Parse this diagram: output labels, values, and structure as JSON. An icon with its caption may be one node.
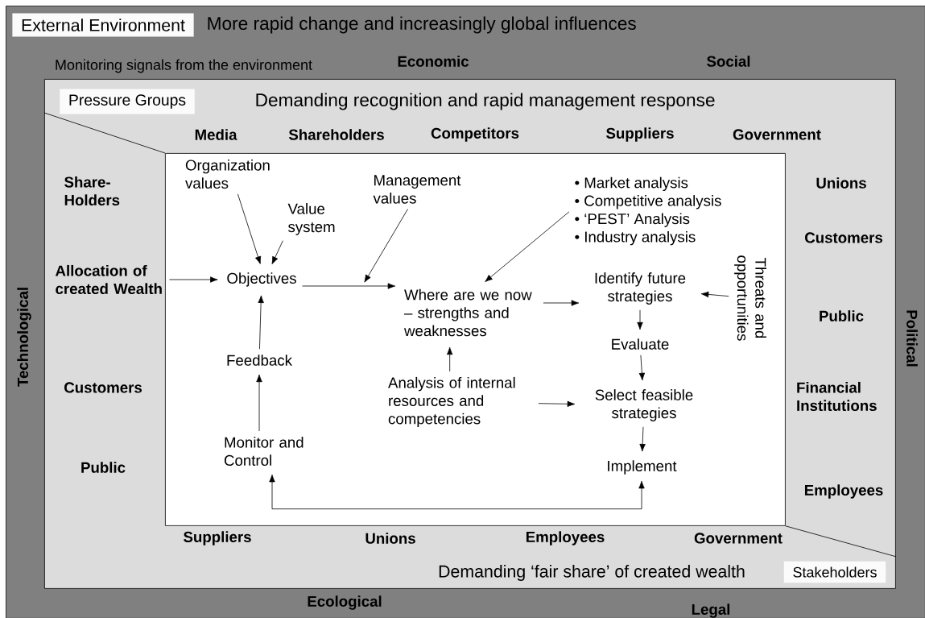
{
  "diagram": {
    "nodes": [
      {
        "text": [
          "External Environment",
          "More rapid change and increasingly global influences"
        ]
      },
      {
        "text": [
          "Pressure Groups",
          "Demanding recognition and rapid management response",
          "Demanding ‘fair share’ of created wealth",
          "Stakeholders"
        ],
        "in": 0
      },
      {
        "text": [],
        "shape": "box",
        "in": 1
      },
      {
        "text": [
          "Organization values"
        ],
        "in": 2
      },
      {
        "text": [
          "Value system"
        ],
        "in": 2
      },
      {
        "text": [
          "Management values"
        ],
        "in": 2
      },
      {
        "text": [
          "• Market analysis",
          "• Competitive analysis",
          "• ‘PEST’ Analysis",
          "• Industry analysis"
        ],
        "in": 2
      },
      {
        "text": [
          "Allocation of created Wealth"
        ],
        "in": 1
      },
      {
        "text": [
          "Objectives"
        ],
        "in": 2
      },
      {
        "text": [
          "Where are we now – strengths and weaknesses"
        ],
        "in": 2
      },
      {
        "text": [
          "Identify future strategies"
        ],
        "in": 2
      },
      {
        "text": [
          "Threats and opportunities"
        ],
        "in": 2
      },
      {
        "text": [
          "Evaluate"
        ],
        "in": 2
      },
      {
        "text": [
          "Feedback"
        ],
        "in": 2
      },
      {
        "text": [
          "Analysis of internal resources and competencies"
        ],
        "in": 2
      },
      {
        "text": [
          "Select feasible strategies"
        ],
        "in": 2
      },
      {
        "text": [
          "Monitor and Control"
        ],
        "in": 2
      },
      {
        "text": [
          "Implement"
        ],
        "in": 2
      }
    ],
    "edges": [
      {
        "from": 3,
        "to": 8,
        "arrow": "to"
      },
      {
        "from": 4,
        "to": 8,
        "arrow": "to"
      },
      {
        "from": 5,
        "to": null,
        "arrow": "to"
      },
      {
        "from": 6,
        "to": 9,
        "arrow": "to"
      },
      {
        "from": 7,
        "to": 8,
        "arrow": "to"
      },
      {
        "from": 8,
        "to": 9,
        "arrow": "to"
      },
      {
        "from": 9,
        "to": 10,
        "arrow": "to"
      },
      {
        "from": 11,
        "to": 10,
        "arrow": "to"
      },
      {
        "from": 10,
        "to": 12,
        "arrow": "to"
      },
      {
        "from": 12,
        "to": 15,
        "arrow": "to"
      },
      {
        "from": 14,
        "to": 9,
        "arrow": "to"
      },
      {
        "from": 14,
        "to": 15,
        "arrow": "to"
      },
      {
        "from": 15,
        "to": 17,
        "arrow": "to"
      },
      {
        "from": 16,
        "to": 13,
        "arrow": "to"
      },
      {
        "from": 13,
        "to": 8,
        "arrow": "to"
      },
      {
        "from": 17,
        "to": 16,
        "arrow": "both"
      }
    ],
    "labels": [
      "Monitoring signals from the environment",
      "Economic",
      "Social",
      "Media",
      "Shareholders",
      "Competitors",
      "Suppliers",
      "Government",
      "Share-Holders",
      "Unions",
      "Customers",
      "Technological",
      "Public",
      "Political",
      "Customers",
      "Financial Institutions",
      "Public",
      "Employees",
      "Suppliers",
      "Unions",
      "Employees",
      "Government",
      "Ecological",
      "Legal"
    ]
  }
}
